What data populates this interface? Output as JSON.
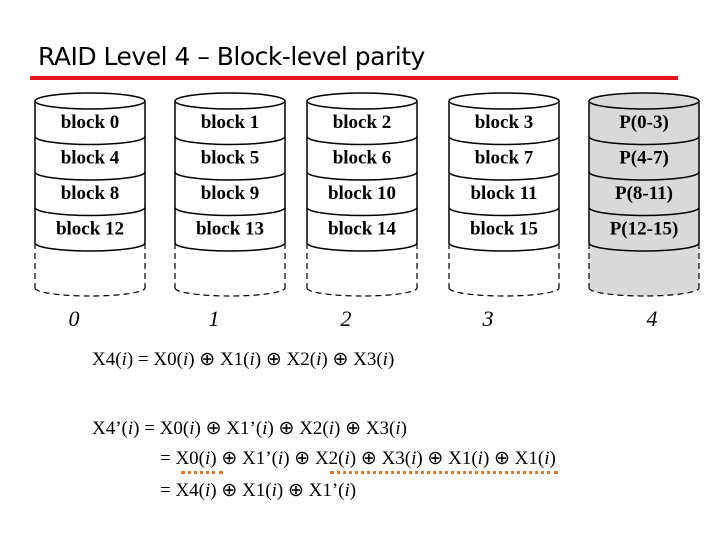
{
  "title": "RAID Level 4 – Block-level parity",
  "colors": {
    "title_rule": "#e8141c",
    "parity_fill": "#d9d9d9",
    "underline": "#e07a2a"
  },
  "disks": [
    {
      "number": "0",
      "blocks": [
        "block 0",
        "block 4",
        "block 8",
        "block 12"
      ],
      "parity": false
    },
    {
      "number": "1",
      "blocks": [
        "block 1",
        "block 5",
        "block 9",
        "block 13"
      ],
      "parity": false
    },
    {
      "number": "2",
      "blocks": [
        "block 2",
        "block 6",
        "block 10",
        "block 14"
      ],
      "parity": false
    },
    {
      "number": "3",
      "blocks": [
        "block 3",
        "block 7",
        "block 11",
        "block 15"
      ],
      "parity": false
    },
    {
      "number": "4",
      "blocks": [
        "P(0-3)",
        "P(4-7)",
        "P(8-11)",
        "P(12-15)"
      ],
      "parity": true
    }
  ],
  "equations": {
    "line1": "X4(i) = X0(i) ⊕ X1(i) ⊕ X2(i) ⊕ X3(i)",
    "line2": "X4’(i) = X0(i) ⊕ X1’(i) ⊕ X2(i) ⊕ X3(i)",
    "line3": "= X0(i) ⊕ X1’(i) ⊕ X2(i) ⊕ X3(i) ⊕ X1(i) ⊕ X1(i)",
    "line4": "= X4(i) ⊕ X1(i) ⊕ X1’(i)"
  }
}
